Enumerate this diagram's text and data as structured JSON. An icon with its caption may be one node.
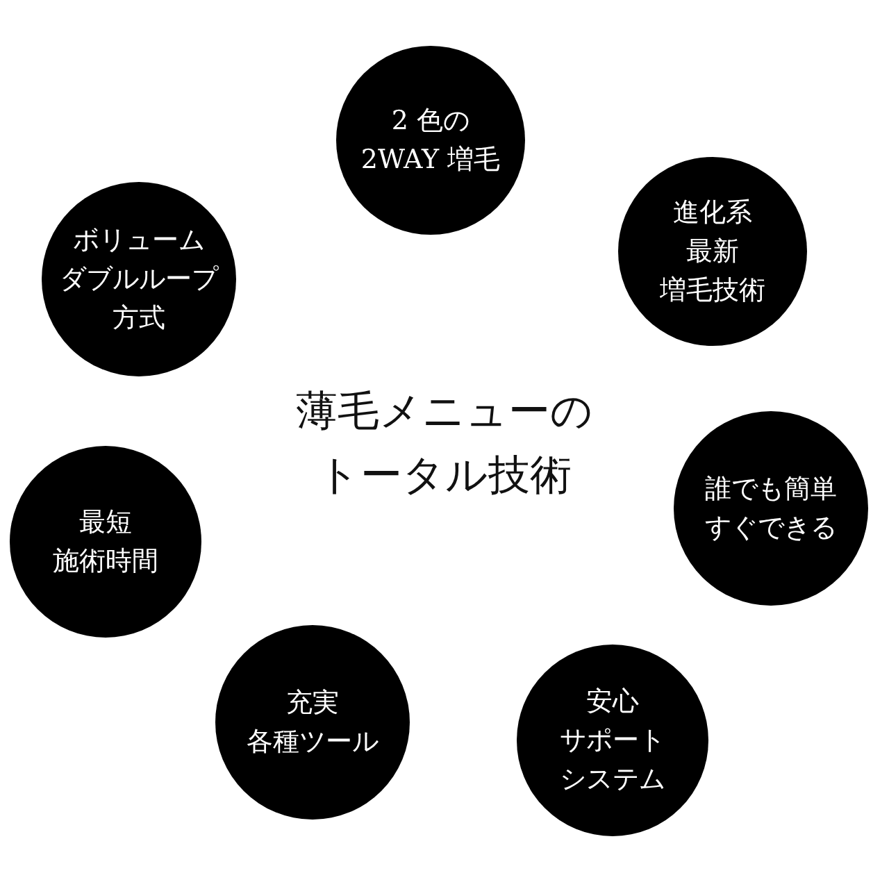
{
  "diagram": {
    "title": "薄毛メニューのトータル技術",
    "nodes": [
      {
        "text": [
          "2 色の2WAY 増毛"
        ]
      },
      {
        "text": [
          "進化系最新増毛技術"
        ]
      },
      {
        "text": [
          "誰でも簡単すぐできる"
        ]
      },
      {
        "text": [
          "安心サポートシステム"
        ]
      },
      {
        "text": [
          "充実各種ツール"
        ]
      },
      {
        "text": [
          "最短施術時間"
        ]
      },
      {
        "text": [
          "ボリュームダブルループ方式"
        ]
      }
    ]
  }
}
